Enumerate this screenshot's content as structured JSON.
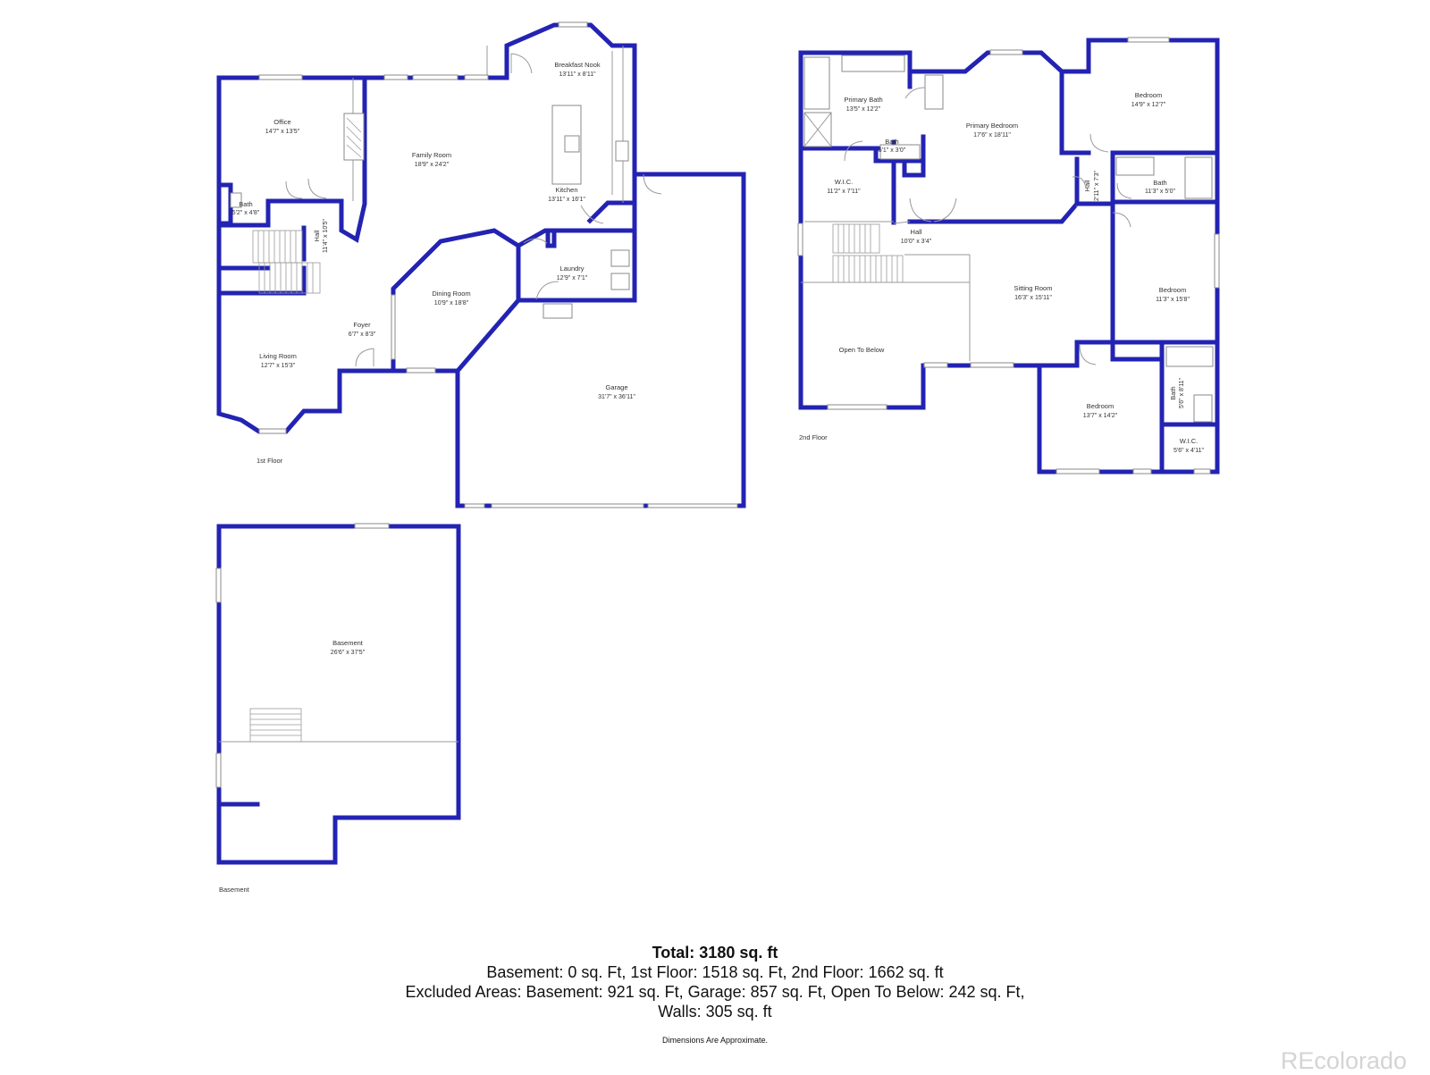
{
  "floors": {
    "first": "1st Floor",
    "second": "2nd Floor",
    "basement": "Basement"
  },
  "rooms": {
    "office": {
      "name": "Office",
      "dim": "14'7\" x 13'5\""
    },
    "family_room": {
      "name": "Family Room",
      "dim": "18'9\" x 24'2\""
    },
    "breakfast_nook": {
      "name": "Breakfast Nook",
      "dim": "13'11\" x 8'11\""
    },
    "kitchen": {
      "name": "Kitchen",
      "dim": "13'11\" x 16'1\""
    },
    "bath_1": {
      "name": "Bath",
      "dim": "5'2\" x 4'8\""
    },
    "hall_1": {
      "name": "Hall",
      "dim": "11'4\" x 10'5\""
    },
    "laundry": {
      "name": "Laundry",
      "dim": "12'9\" x 7'1\""
    },
    "dining_room": {
      "name": "Dining Room",
      "dim": "10'9\" x 18'8\""
    },
    "foyer": {
      "name": "Foyer",
      "dim": "6'7\" x 8'3\""
    },
    "living_room": {
      "name": "Living Room",
      "dim": "12'7\" x 15'3\""
    },
    "garage": {
      "name": "Garage",
      "dim": "31'7\" x 36'11\""
    },
    "primary_bath": {
      "name": "Primary Bath",
      "dim": "13'5\" x 12'2\""
    },
    "bath_small": {
      "name": "Bath",
      "dim": "5'1\" x 3'0\""
    },
    "wic_primary": {
      "name": "W.I.C.",
      "dim": "11'2\" x 7'11\""
    },
    "primary_bedroom": {
      "name": "Primary Bedroom",
      "dim": "17'6\" x 18'11\""
    },
    "bedroom_ne": {
      "name": "Bedroom",
      "dim": "14'9\" x 12'7\""
    },
    "hall_2v": {
      "name": "Hall",
      "dim": "2'11\" x 7'3\""
    },
    "bath_2": {
      "name": "Bath",
      "dim": "11'3\" x 5'0\""
    },
    "hall_2": {
      "name": "Hall",
      "dim": "10'0\" x 3'4\""
    },
    "sitting_room": {
      "name": "Sitting Room",
      "dim": "16'3\" x 15'11\""
    },
    "bedroom_e": {
      "name": "Bedroom",
      "dim": "11'3\" x 15'8\""
    },
    "open_to_below": {
      "name": "Open To Below",
      "dim": ""
    },
    "bedroom_s": {
      "name": "Bedroom",
      "dim": "13'7\" x 14'2\""
    },
    "bath_3": {
      "name": "Bath",
      "dim": "5'6\" x 8'11\""
    },
    "wic_3": {
      "name": "W.I.C.",
      "dim": "5'6\" x 4'11\""
    },
    "basement": {
      "name": "Basement",
      "dim": "26'6\" x 37'5\""
    }
  },
  "summary": {
    "total": "Total: 3180 sq. ft",
    "line1": "Basement: 0 sq. Ft, 1st Floor: 1518 sq. Ft, 2nd Floor: 1662 sq. ft",
    "line2": "Excluded Areas: Basement: 921 sq. Ft, Garage: 857 sq. Ft, Open To Below: 242 sq. Ft,",
    "line3": "Walls: 305 sq. ft",
    "note": "Dimensions Are Approximate."
  },
  "brand": "REcolorado",
  "colors": {
    "wall": "#2323b3",
    "brand": "#d4d4d4"
  }
}
